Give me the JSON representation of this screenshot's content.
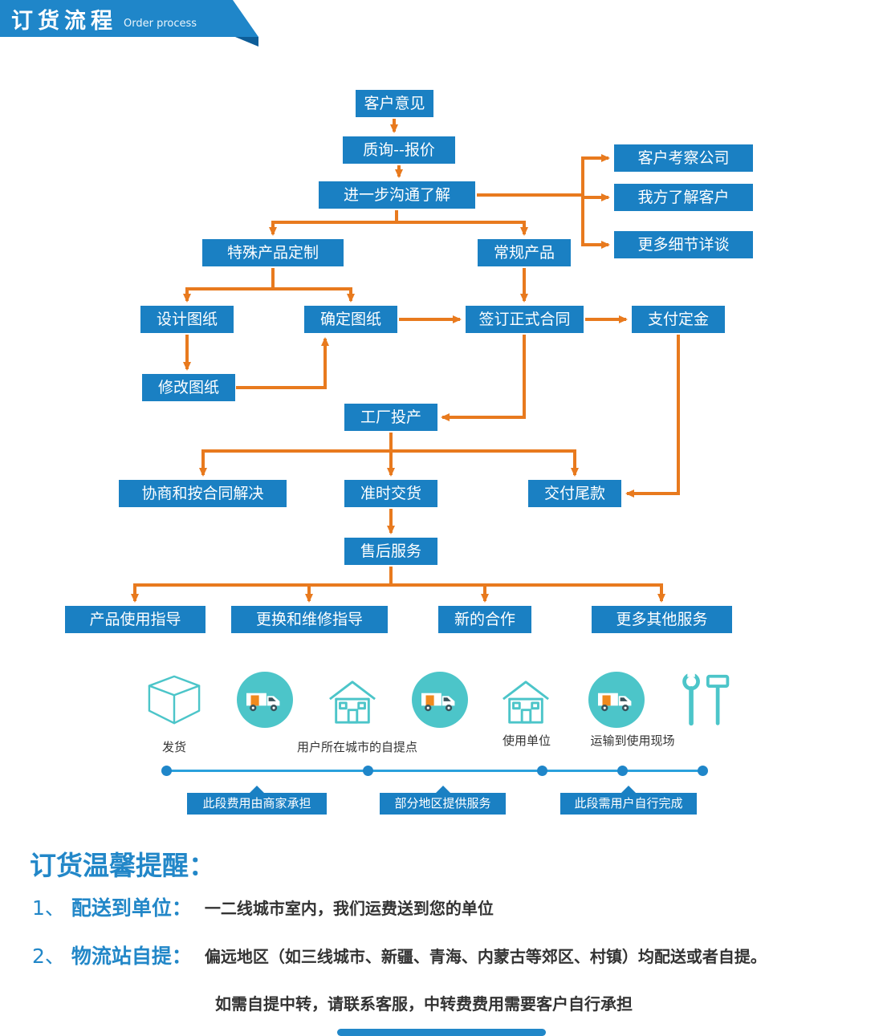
{
  "header": {
    "title": "订货流程",
    "subtitle": "Order process"
  },
  "flowchart": {
    "nodes": [
      {
        "label": "客户意见"
      },
      {
        "label": "质询--报价"
      },
      {
        "label": "进一步沟通了解"
      },
      {
        "label": "客户考察公司"
      },
      {
        "label": "我方了解客户"
      },
      {
        "label": "更多细节详谈"
      },
      {
        "label": "特殊产品定制"
      },
      {
        "label": "常规产品"
      },
      {
        "label": "设计图纸"
      },
      {
        "label": "确定图纸"
      },
      {
        "label": "签订正式合同"
      },
      {
        "label": "支付定金"
      },
      {
        "label": "修改图纸"
      },
      {
        "label": "工厂投产"
      },
      {
        "label": "协商和按合同解决"
      },
      {
        "label": "准时交货"
      },
      {
        "label": "交付尾款"
      },
      {
        "label": "售后服务"
      },
      {
        "label": "产品使用指导"
      },
      {
        "label": "更换和维修指导"
      },
      {
        "label": "新的合作"
      },
      {
        "label": "更多其他服务"
      }
    ]
  },
  "logistics": {
    "icons": [
      "package-box-icon",
      "delivery-truck-icon",
      "house-icon",
      "delivery-truck-icon",
      "house-icon",
      "delivery-truck-icon",
      "repair-tools-icon"
    ],
    "labels": {
      "ship": "发货",
      "pickup_point": "用户所在城市的自提点",
      "use_unit": "使用单位",
      "transport_site": "运输到使用现场"
    },
    "ribbons": [
      "此段费用由商家承担",
      "部分地区提供服务",
      "此段需用户自行完成"
    ]
  },
  "notice": {
    "title": "订货温馨提醒：",
    "items": [
      {
        "num": "1、",
        "label": "配送到单位：",
        "text": "一二线城市室内，我们运费送到您的单位"
      },
      {
        "num": "2、",
        "label": "物流站自提：",
        "text": "偏远地区（如三线城市、新疆、青海、内蒙古等郊区、村镇）均配送或者自提。"
      }
    ],
    "extra": "如需自提中转，请联系客服，中转费费用需要客户自行承担"
  },
  "colors": {
    "primary_blue": "#1a80c3",
    "arrow_orange": "#e87a1e",
    "icon_teal": "#4cc5c9",
    "timeline_blue": "#2aa0dc"
  }
}
